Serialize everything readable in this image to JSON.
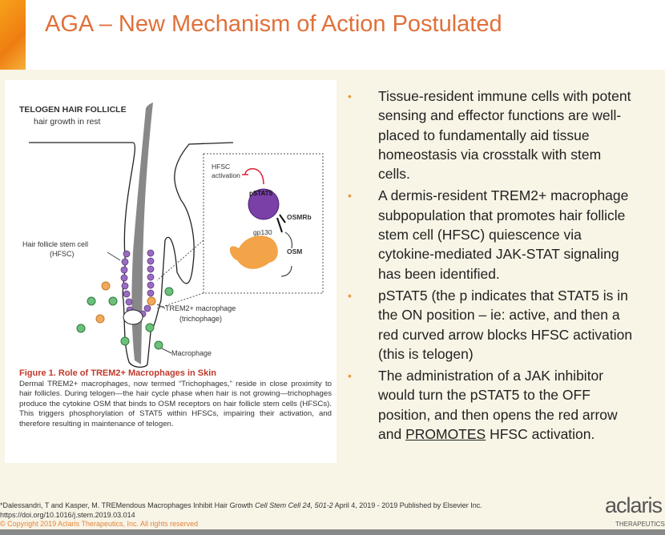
{
  "slide": {
    "title": "AGA – New Mechanism of Action Postulated"
  },
  "figure": {
    "heading": "TELOGEN HAIR FOLLICLE",
    "subheading": "hair growth in rest",
    "labels": {
      "hfsc_activation_1": "HFSC",
      "hfsc_activation_2": "activation",
      "pstat5": "pSTAT5",
      "osmrb": "OSMRb",
      "gp130": "gp130",
      "osm": "OSM",
      "hfsc_1": "Hair follicle stem cell",
      "hfsc_2": "(HFSC)",
      "trem2_1": "TREM2+ macrophage",
      "trem2_2": "(trichophage)",
      "macrophage": "Macrophage"
    },
    "caption_title": "Figure 1. Role of TREM2+ Macrophages in Skin",
    "caption": "Dermal TREM2+ macrophages, now termed “Trichophages,” reside in close proximity to hair follicles. During telogen—the hair cycle phase when hair is not growing—trichophages produce the cytokine OSM that binds to OSM receptors on hair follicle stem cells (HFSCs). This triggers phosphorylation of STAT5 within HFSCs, impairing their activation, and therefore resulting in maintenance of telogen."
  },
  "bullets": [
    {
      "lines": [
        "Tissue-resident immune cells with potent",
        "sensing and effector functions are well-",
        "placed to fundamentally aid tissue",
        "homeostasis via crosstalk with stem",
        "cells."
      ]
    },
    {
      "lines": [
        "A dermis-resident TREM2+ macrophage",
        "subpopulation that promotes hair follicle",
        "stem cell (HFSC) quiescence via",
        "cytokine-mediated JAK-STAT signaling",
        "has been identified."
      ]
    },
    {
      "lines": [
        "pSTAT5 (the p indicates that STAT5 is in",
        "the ON position – ie: active, and then a",
        "red curved arrow blocks HFSC activation",
        "(this is telogen)"
      ]
    },
    {
      "lines": [
        "The administration of a JAK inhibitor",
        "would turn the pSTAT5 to the OFF",
        "position, and then opens the red arrow"
      ],
      "last_pre": "and ",
      "last_underlined": "PROMOTES",
      "last_post": " HFSC activation."
    }
  ],
  "footer": {
    "ref_pre": "*Dalessandri, T and Kasper, M. TREMendous Macrophages Inhibit Hair Growth ",
    "ref_journal": "Cell Stem Cell 24, 501-2",
    "ref_post": " April 4, 2019 - 2019 Published by Elsevier Inc.",
    "doi": "https://doi.org/10.1016/j.stem.2019.03.014",
    "copyright": "© Copyright 2019 Aclaris Therapeutics, Inc. All rights reserved",
    "logo": "aclaris",
    "logo_sub": "THERAPEUTICS"
  },
  "colors": {
    "title": "#e0703a",
    "bullet": "#e69a3a",
    "caption_title": "#c0392b",
    "pstat5": "#7b3fa8",
    "trichophage": "#f0a050",
    "macrophage": "#5cb870"
  }
}
